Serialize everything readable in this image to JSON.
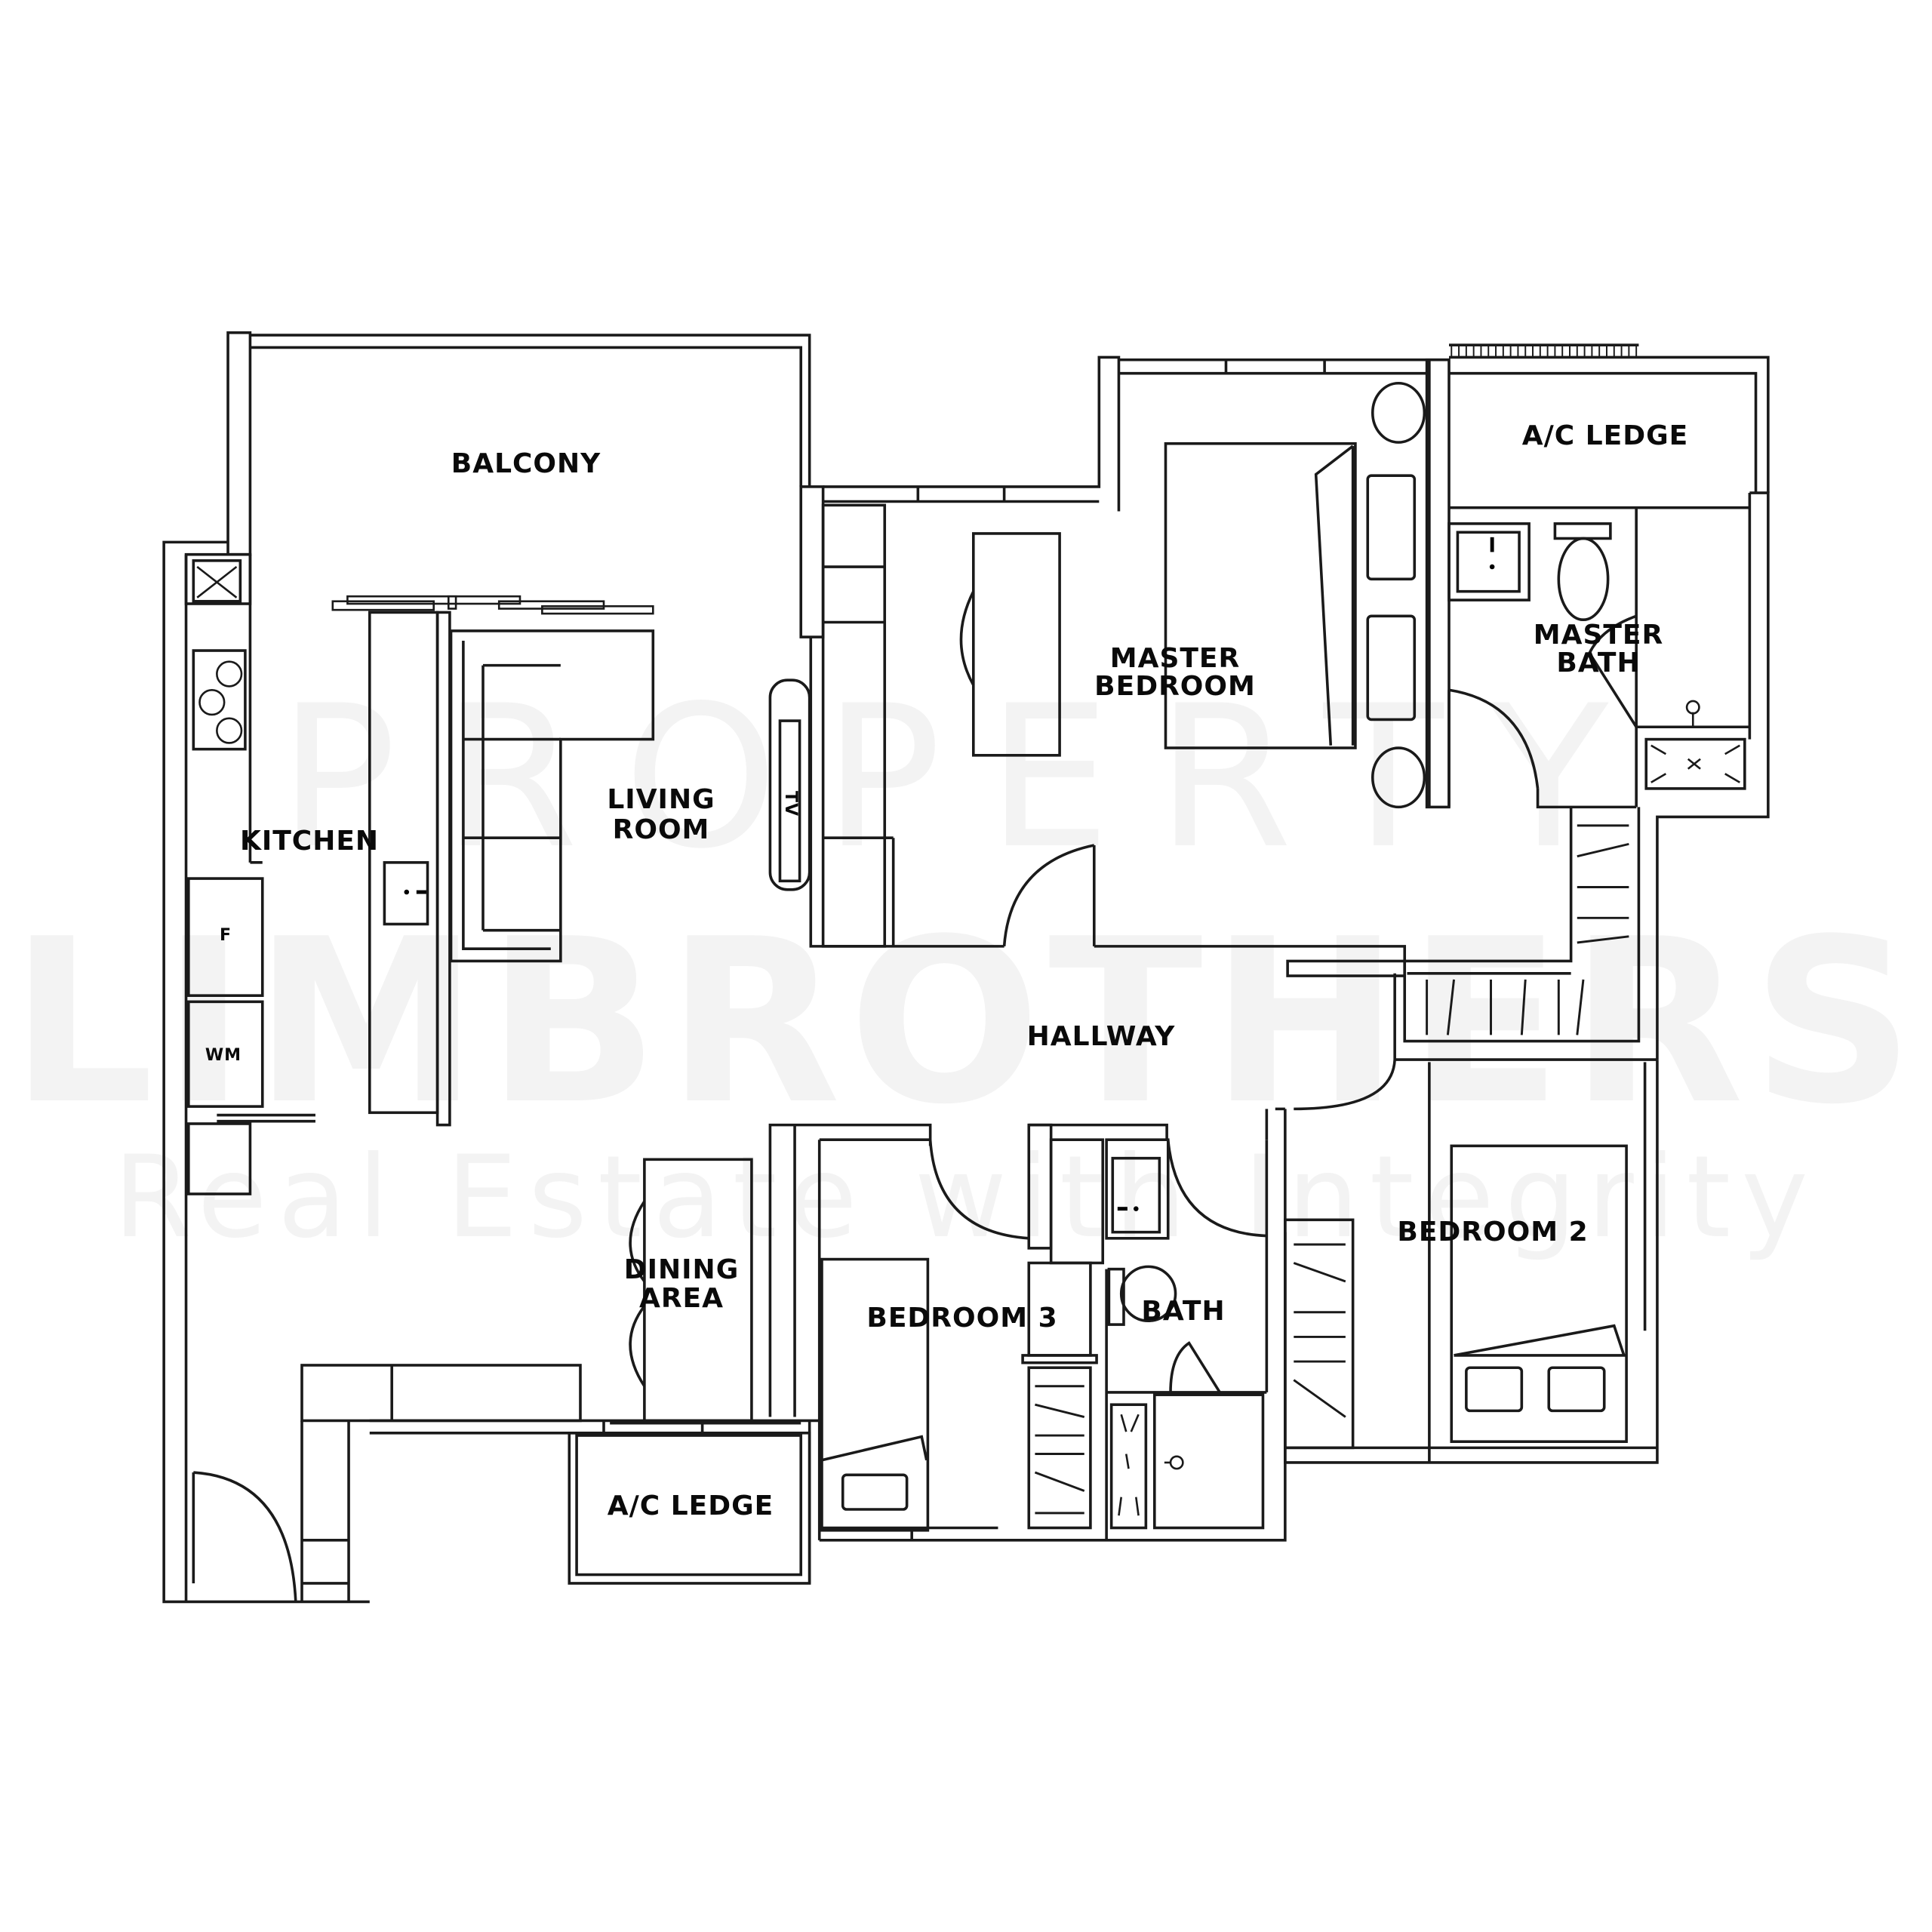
{
  "watermark": {
    "line1": "PROPERTY",
    "line2": "LIMBROTHERS",
    "line3": "Real Estate with Integrity"
  },
  "rooms": {
    "balcony": "BALCONY",
    "kitchen": "KITCHEN",
    "living_room": [
      "LIVING",
      "ROOM"
    ],
    "master_bedroom": [
      "MASTER",
      "BEDROOM"
    ],
    "master_bath": [
      "MASTER",
      "BATH"
    ],
    "ac_ledge_top": "A/C LEDGE",
    "hallway": "HALLWAY",
    "dining_area": [
      "DINING",
      "AREA"
    ],
    "bedroom_3": "BEDROOM 3",
    "bath": "BATH",
    "bedroom_2": "BEDROOM 2",
    "ac_ledge_bottom": "A/C LEDGE"
  },
  "fixtures": {
    "fridge": "F",
    "washing_machine": "WM",
    "tv": "TV"
  },
  "colors": {
    "line": "#1a1a1a",
    "background": "#ffffff",
    "watermark": "#f3f3f3"
  }
}
